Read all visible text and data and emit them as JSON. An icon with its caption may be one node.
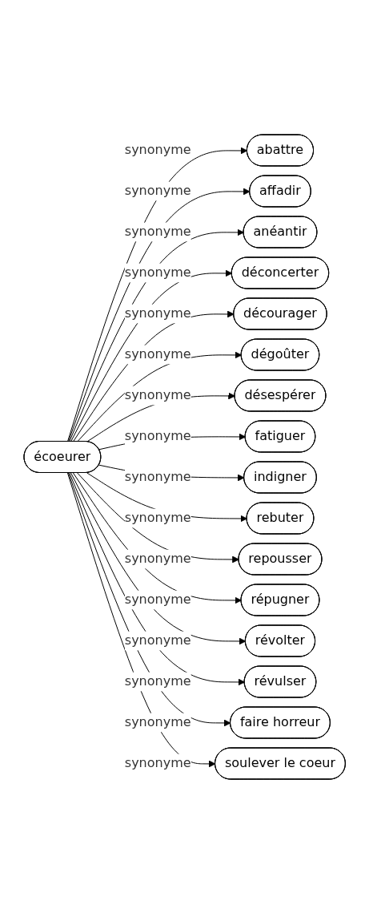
{
  "diagram": {
    "nodes": [
      {
        "text": [
          "écoeurer"
        ]
      },
      {
        "text": [
          "abattre"
        ]
      },
      {
        "text": [
          "affadir"
        ]
      },
      {
        "text": [
          "anéantir"
        ]
      },
      {
        "text": [
          "déconcerter"
        ]
      },
      {
        "text": [
          "décourager"
        ]
      },
      {
        "text": [
          "dégoûter"
        ]
      },
      {
        "text": [
          "désespérer"
        ]
      },
      {
        "text": [
          "fatiguer"
        ]
      },
      {
        "text": [
          "indigner"
        ]
      },
      {
        "text": [
          "rebuter"
        ]
      },
      {
        "text": [
          "repousser"
        ]
      },
      {
        "text": [
          "répugner"
        ]
      },
      {
        "text": [
          "révolter"
        ]
      },
      {
        "text": [
          "révulser"
        ]
      },
      {
        "text": [
          "faire horreur"
        ]
      },
      {
        "text": [
          "soulever le coeur"
        ]
      }
    ],
    "edges": [
      {
        "from": 0,
        "to": 1,
        "arrow": "to",
        "label": "synonyme"
      },
      {
        "from": 0,
        "to": 2,
        "arrow": "to",
        "label": "synonyme"
      },
      {
        "from": 0,
        "to": 3,
        "arrow": "to",
        "label": "synonyme"
      },
      {
        "from": 0,
        "to": 4,
        "arrow": "to",
        "label": "synonyme"
      },
      {
        "from": 0,
        "to": 5,
        "arrow": "to",
        "label": "synonyme"
      },
      {
        "from": 0,
        "to": 6,
        "arrow": "to",
        "label": "synonyme"
      },
      {
        "from": 0,
        "to": 7,
        "arrow": "to",
        "label": "synonyme"
      },
      {
        "from": 0,
        "to": 8,
        "arrow": "to",
        "label": "synonyme"
      },
      {
        "from": 0,
        "to": 9,
        "arrow": "to",
        "label": "synonyme"
      },
      {
        "from": 0,
        "to": 10,
        "arrow": "to",
        "label": "synonyme"
      },
      {
        "from": 0,
        "to": 11,
        "arrow": "to",
        "label": "synonyme"
      },
      {
        "from": 0,
        "to": 12,
        "arrow": "to",
        "label": "synonyme"
      },
      {
        "from": 0,
        "to": 13,
        "arrow": "to",
        "label": "synonyme"
      },
      {
        "from": 0,
        "to": 14,
        "arrow": "to",
        "label": "synonyme"
      },
      {
        "from": 0,
        "to": 15,
        "arrow": "to",
        "label": "synonyme"
      },
      {
        "from": 0,
        "to": 16,
        "arrow": "to",
        "label": "synonyme"
      }
    ]
  }
}
